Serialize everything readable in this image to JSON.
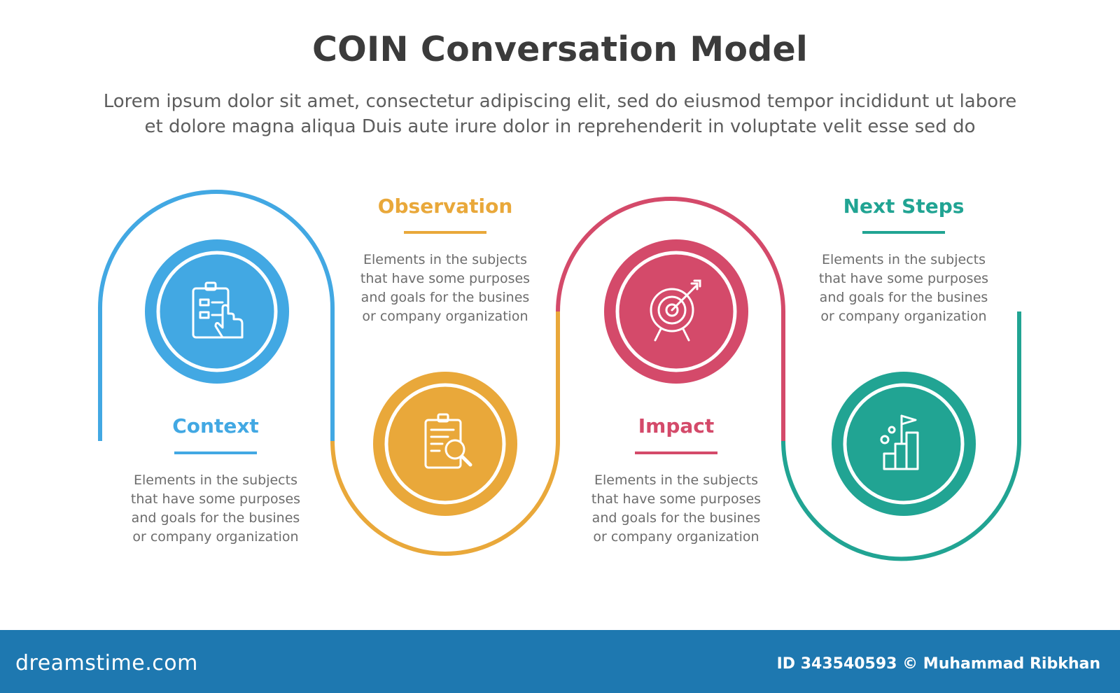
{
  "header": {
    "title": "COIN Conversation Model",
    "subtitle_lines": [
      "Lorem ipsum dolor sit amet, consectetur adipiscing elit, sed do eiusmod tempor incididunt ut labore",
      "et dolore magna aliqua Duis aute irure dolor in reprehenderit in voluptate velit esse sed do"
    ]
  },
  "colors": {
    "context": "#42a8e3",
    "observation": "#e9a83a",
    "impact": "#d44a6a",
    "next_steps": "#21a493",
    "title": "#3b3b3b",
    "footer": "#1e78b0"
  },
  "steps": [
    {
      "key": "context",
      "title": "Context",
      "icon": "clipboard-hand-icon",
      "description": [
        "Elements in the subjects",
        "that have some purposes",
        "and goals for the  busines",
        "or company organization"
      ]
    },
    {
      "key": "observation",
      "title": "Observation",
      "icon": "clipboard-magnifier-icon",
      "description": [
        "Elements in the subjects",
        "that have some purposes",
        "and goals for the  busines",
        "or company organization"
      ]
    },
    {
      "key": "impact",
      "title": "Impact",
      "icon": "target-arrow-icon",
      "description": [
        "Elements in the subjects",
        "that have some purposes",
        "and goals for the  busines",
        "or company organization"
      ]
    },
    {
      "key": "next_steps",
      "title": "Next Steps",
      "icon": "growth-flag-icon",
      "description": [
        "Elements in the subjects",
        "that have some purposes",
        "and goals for the  busines",
        "or company organization"
      ]
    }
  ],
  "footer": {
    "logo": "dreamstime.com",
    "credit": "ID 343540593 © Muhammad Ribkhan"
  }
}
